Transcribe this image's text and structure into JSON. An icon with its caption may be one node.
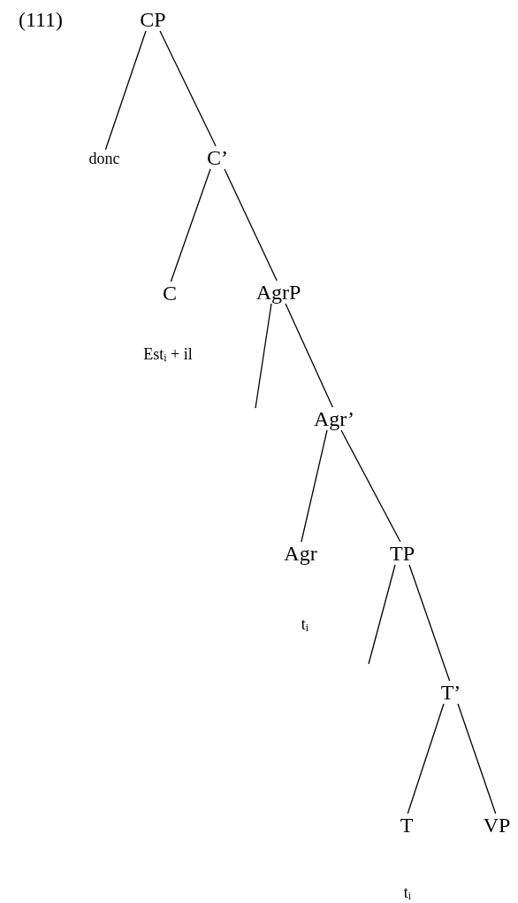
{
  "diagram": {
    "nodes": [
      {
        "text": [
          "CP"
        ]
      },
      {
        "text": [
          "donc"
        ]
      },
      {
        "text": [
          "C’"
        ]
      },
      {
        "text": [
          "C"
        ],
        "beside": [
          "Est$_{i}$ + il"
        ]
      },
      {
        "text": [
          "AgrP"
        ]
      },
      {
        "text": [
          "Agr’"
        ]
      },
      {
        "text": [
          "Agr"
        ],
        "beside": [
          "t$_{i}$"
        ]
      },
      {
        "text": [
          "TP"
        ]
      },
      {
        "text": [
          "T’"
        ]
      },
      {
        "text": [
          "T"
        ],
        "beside": [
          "t$_{i}$"
        ]
      },
      {
        "text": [
          "VP"
        ]
      }
    ],
    "edges": [
      {
        "from": 0,
        "to": 1,
        "arrow": "none"
      },
      {
        "from": 0,
        "to": 2,
        "arrow": "none"
      },
      {
        "from": 2,
        "to": 3,
        "arrow": "none"
      },
      {
        "from": 2,
        "to": 4,
        "arrow": "none"
      },
      {
        "from": 4,
        "to": null,
        "arrow": "none"
      },
      {
        "from": 4,
        "to": 5,
        "arrow": "none"
      },
      {
        "from": 5,
        "to": 6,
        "arrow": "none"
      },
      {
        "from": 5,
        "to": 7,
        "arrow": "none"
      },
      {
        "from": 7,
        "to": null,
        "arrow": "none"
      },
      {
        "from": 7,
        "to": 8,
        "arrow": "none"
      },
      {
        "from": 8,
        "to": 9,
        "arrow": "none"
      },
      {
        "from": 8,
        "to": 10,
        "arrow": "none"
      }
    ],
    "labels": [
      "(111)"
    ]
  }
}
